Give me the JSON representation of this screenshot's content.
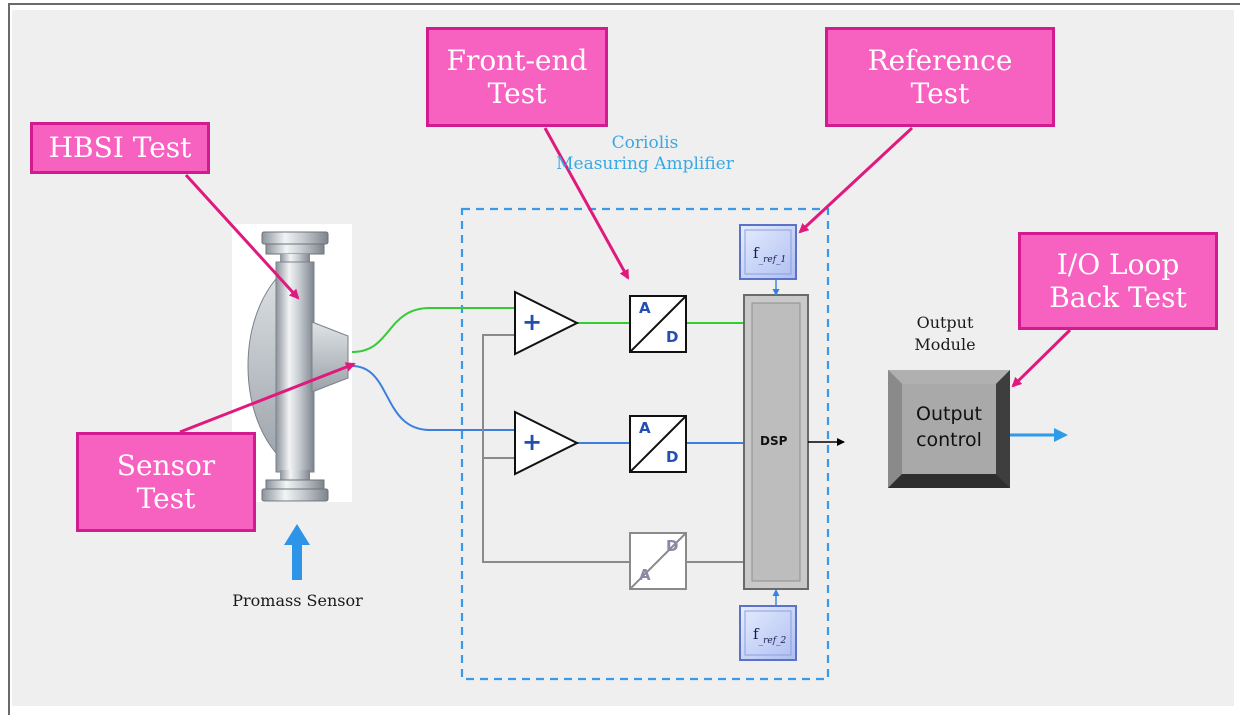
{
  "callouts": {
    "hbsi": "HBSI Test",
    "frontend_line1": "Front-end",
    "frontend_line2": "Test",
    "reference_line1": "Reference",
    "reference_line2": "Test",
    "io_line1": "I/O Loop",
    "io_line2": "Back Test",
    "sensor_line1": "Sensor",
    "sensor_line2": "Test"
  },
  "amplifier": {
    "title_line1": "Coriolis",
    "title_line2": "Measuring Amplifier"
  },
  "sensor": {
    "label": "Promass Sensor"
  },
  "blocks": {
    "amp_sign": "+",
    "adc_a": "A",
    "adc_d": "D",
    "ref1_f": "f",
    "ref1_sub": "_ref_1",
    "ref2_f": "f",
    "ref2_sub": "_ref_2",
    "dsp": "DSP"
  },
  "output_module": {
    "title_line1": "Output",
    "title_line2": "Module",
    "control_line1": "Output",
    "control_line2": "control"
  },
  "colors": {
    "callout_fill": "#f761c0",
    "callout_border": "#d21b8e",
    "arrow_magenta": "#e0197d",
    "signal_green": "#33cc33",
    "signal_blue": "#3b7fe0",
    "dashed_border": "#3a9ae8",
    "label_blue": "#3aa8e4"
  }
}
